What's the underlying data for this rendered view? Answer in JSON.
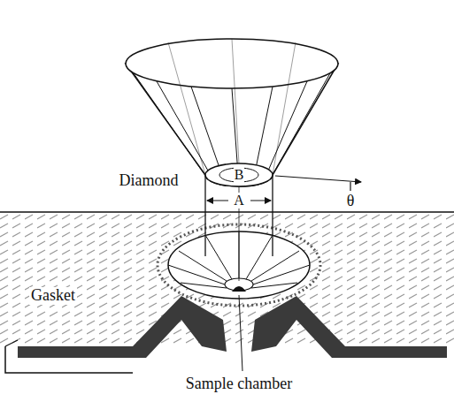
{
  "diagram": {
    "labels": [
      "Diamond",
      "B",
      "θ",
      "A",
      "Gasket",
      "Sample chamber"
    ]
  }
}
